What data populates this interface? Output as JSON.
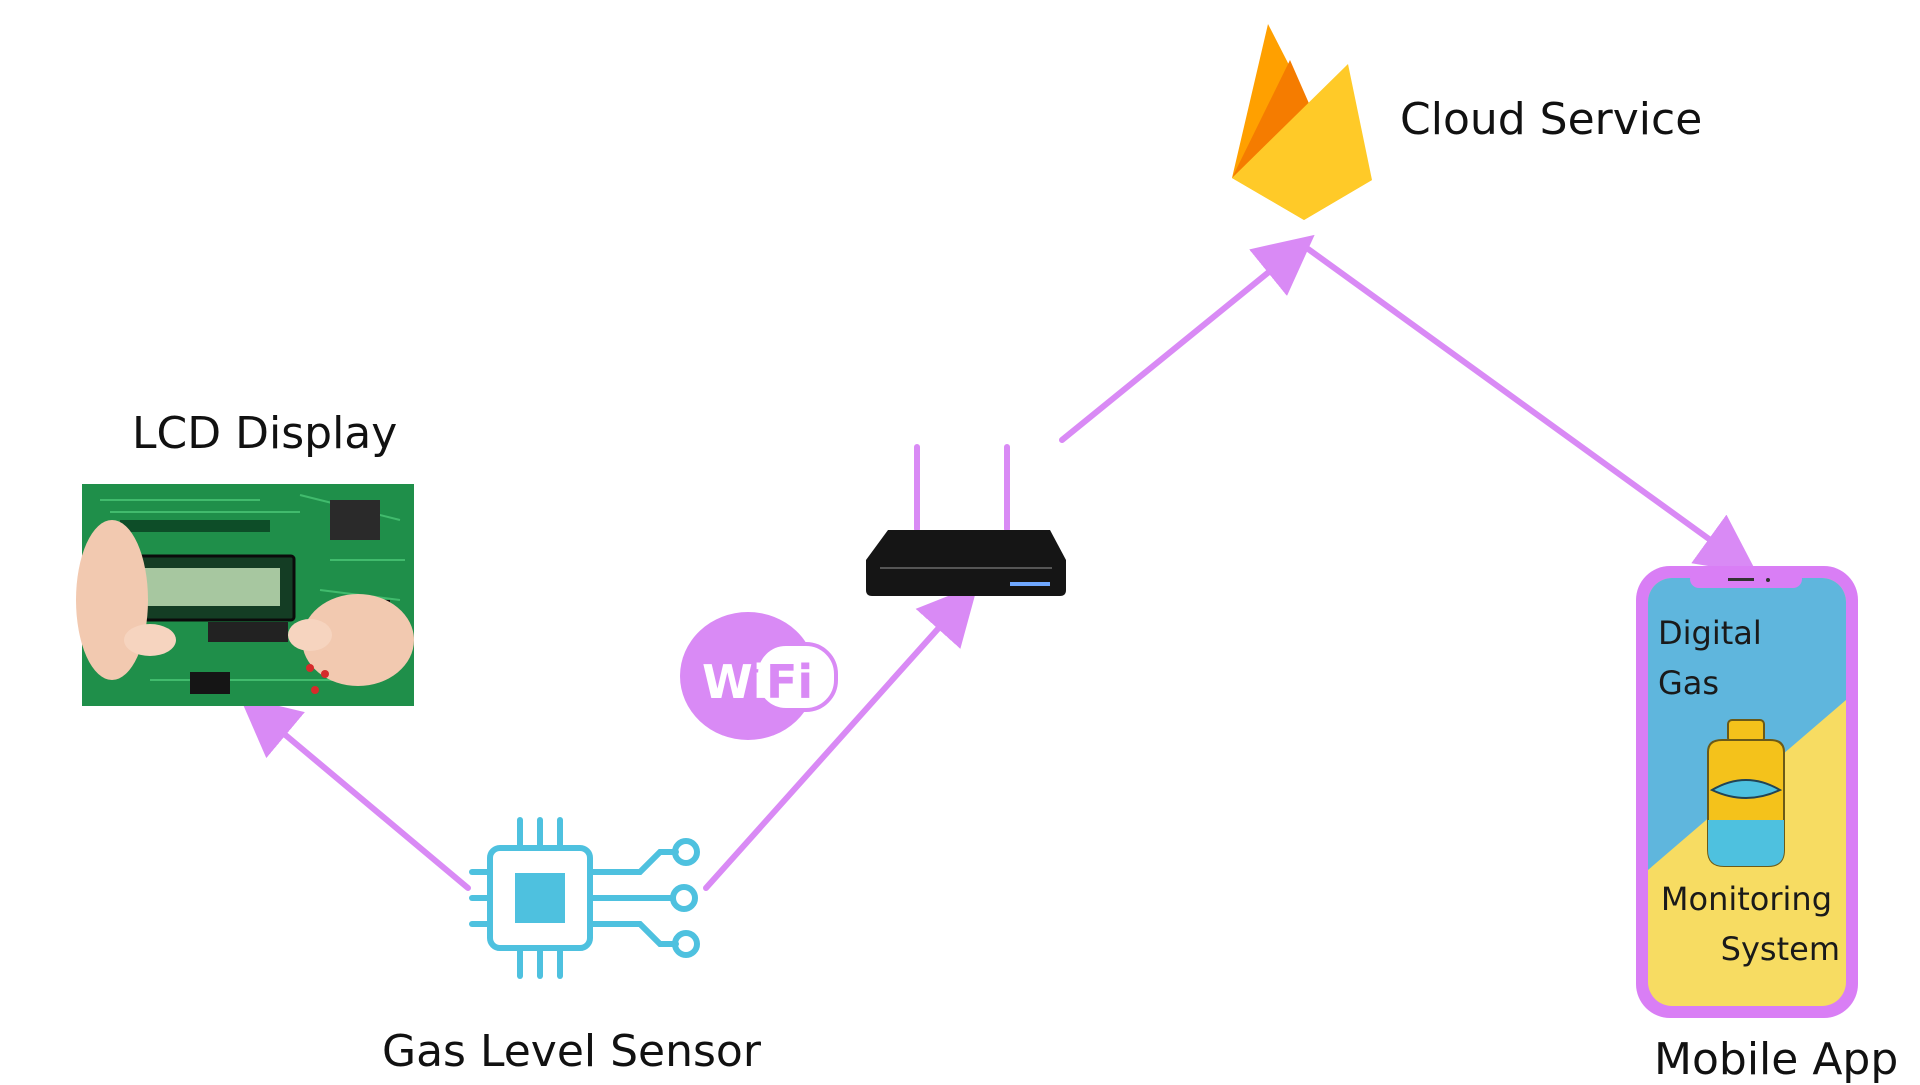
{
  "labels": {
    "lcd_display": "LCD Display",
    "cloud_service": "Cloud Service",
    "gas_level_sensor": "Gas Level Sensor",
    "mobile_app": "Mobile App"
  },
  "wifi_badge": {
    "left": "Wi",
    "right": "Fi"
  },
  "phone_screen": {
    "line1": "Digital",
    "line2": "Gas",
    "line3": "Monitoring",
    "line4": "System"
  },
  "icons": [
    "circuit-board-lcd-photo",
    "firebase-flame-icon",
    "wifi-router-icon",
    "microchip-sensor-icon",
    "wifi-badge-icon",
    "gas-cylinder-icon",
    "smartphone-icon"
  ],
  "colors": {
    "arrow": "#d98af5",
    "chip": "#4ec1df",
    "phone_frame": "#d97ef5",
    "phone_blue": "#5fb6dd",
    "phone_yellow": "#f7dc62",
    "firebase_yellow": "#ffca28",
    "firebase_orange": "#ffa000",
    "firebase_dark": "#f57c00",
    "router": "#151515",
    "pcb_green": "#1f8f4a"
  }
}
